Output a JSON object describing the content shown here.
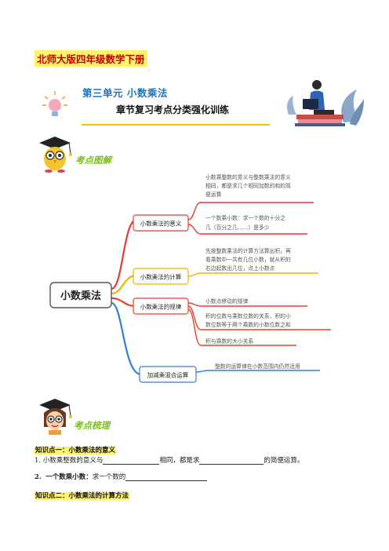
{
  "header": {
    "book_title": "北师大版四年级数学下册",
    "unit_title": "第三单元   小数乘法",
    "subtitle": "章节复习考点分类强化训练"
  },
  "sections": {
    "map_heading": "考点图解",
    "review_heading": "考点梳理"
  },
  "mindmap": {
    "center": "小数乘法",
    "branches": [
      {
        "label": "小数乘法的意义",
        "color": "#e23b3b",
        "notes": [
          "小数乘整数的意义与整数乘法的意义",
          "相同，都是求几个相同加数的和的简",
          "便运算",
          "一个数乘小数：求一个数的十分之",
          "几（百分之几……）是多少"
        ]
      },
      {
        "label": "小数乘法的计算",
        "color": "#f0b400",
        "notes": [
          "先按整数乘法的计算方法算出积，再",
          "看乘数中一共有几位小数，就从积的",
          "右边起数出几位，点上小数点"
        ]
      },
      {
        "label": "小数乘法的规律",
        "color": "#e8412c",
        "notes": [
          "小数点移动的规律",
          "积的位数与乘数位数的关系，积的小",
          "数位数等于两个乘数的小数位数之和",
          "积与乘数的大小关系"
        ]
      },
      {
        "label": "加减乘混合运算",
        "color": "#2f7fd6",
        "notes": [
          "整数的运算律在小数范围内仍然适用"
        ]
      }
    ]
  },
  "knowledge": {
    "point1_title": "知识点一：小数乘法的意义",
    "item1_prefix": "1.  小数乘整数的意义与",
    "item1_mid": "相同，都是求",
    "item1_suffix": "的简便运算。",
    "item2_num": "2.",
    "item2_bold": "一个数乘小数：",
    "item2_text": "求一个数的",
    "point2_title": "知识点二：小数乘法的计算方法"
  },
  "colors": {
    "book_title_bg": "#fff36b",
    "book_title_text": "#c00000",
    "unit_title_text": "#1e73be",
    "divider": "#f3c200",
    "section_heading": "#7bbf1e"
  }
}
